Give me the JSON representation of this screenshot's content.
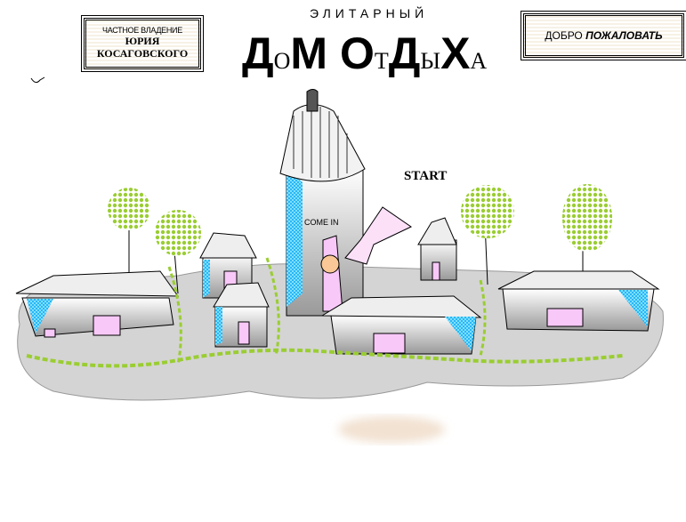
{
  "owner_sign": {
    "line1": "ЧАСТНОЕ ВЛАДЕНИЕ",
    "line2": "ЮРИЯ",
    "line3": "КОСАГОВСКОГО"
  },
  "header": {
    "subtitle": "ЭЛИТАРНЫЙ",
    "title_parts": [
      {
        "text": "Д",
        "style": "b"
      },
      {
        "text": "О",
        "style": "s"
      },
      {
        "text": "М ",
        "style": "b"
      },
      {
        "text": "О",
        "style": "b"
      },
      {
        "text": "Т",
        "style": "s"
      },
      {
        "text": "Д",
        "style": "b"
      },
      {
        "text": "Ы",
        "style": "s"
      },
      {
        "text": "Х",
        "style": "b"
      },
      {
        "text": "А",
        "style": "s"
      }
    ]
  },
  "welcome_sign": {
    "plain": "ДОБРО ",
    "emph": "ПОЖАЛОВАТЬ"
  },
  "scene": {
    "start_label": "START",
    "come_in_label": "COME IN"
  },
  "colors": {
    "ground": "#d4d4d4",
    "window_pink": "#f8c8f8",
    "glass_blue": "#29b6f6",
    "foliage": "#9acd32",
    "door": "#f9c896"
  }
}
